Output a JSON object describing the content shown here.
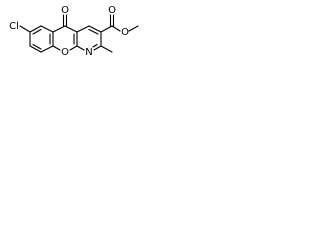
{
  "structure": {
    "atoms": {
      "chlorine": "Cl",
      "ketone_oxygen": "O",
      "ester_carbonyl_oxygen": "O",
      "ester_ether_oxygen": "O",
      "ring_oxygen": "O",
      "ring_nitrogen": "N"
    },
    "colors": {
      "bond": "#000000",
      "label": "#000000",
      "background": "#ffffff"
    }
  }
}
